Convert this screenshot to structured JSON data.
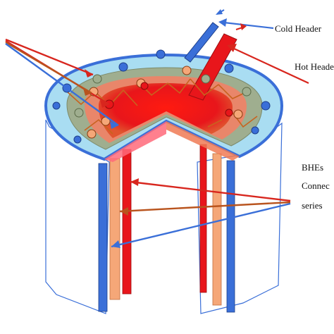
{
  "labels": {
    "cold_header": "Cold Header",
    "hot_header": "Hot Heade",
    "bhes": "BHEs",
    "connected": "Connec",
    "series": "series"
  },
  "colors": {
    "cold": "#3a6fd8",
    "hot": "#e8161b",
    "outer_ring": "#a9ddf2",
    "middle_ring": "#9fae8f",
    "inner_ring": "#e9866a",
    "core": "#e8161b",
    "warm_pipe": "#f5a778",
    "arrow_red": "#d8261e",
    "arrow_brown": "#b9541e",
    "arrow_blue": "#3a6fd8"
  }
}
